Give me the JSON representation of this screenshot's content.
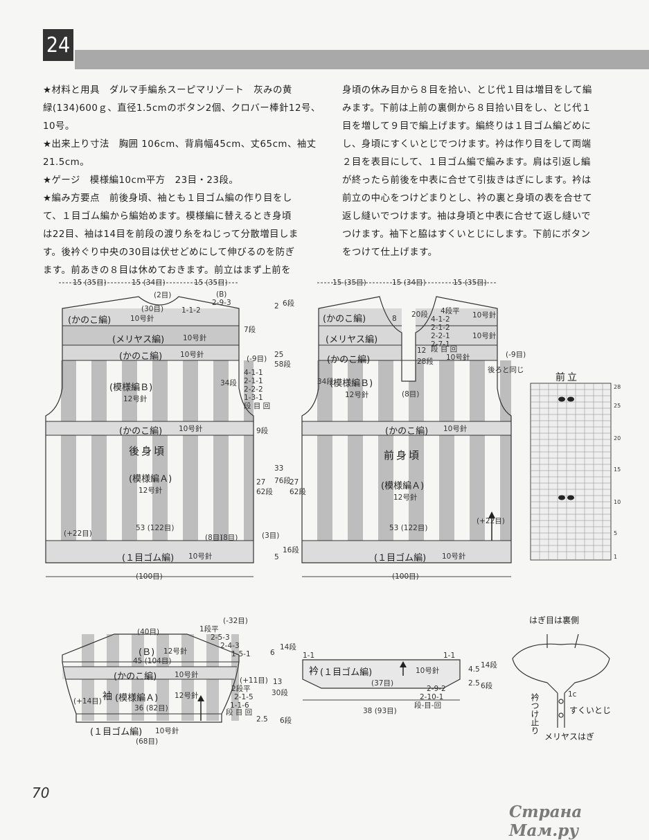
{
  "pattern_number": "24",
  "instructions": {
    "left": [
      "★材料と用具　ダルマ手編糸スーピマリゾート　灰みの黄",
      "緑(134)600ｇ、直径1.5cmのボタン2個、クロバー棒針12号、",
      "10号。",
      "★出来上り寸法　胸囲 106cm、背肩幅45cm、丈65cm、袖丈",
      "21.5cm。",
      "★ゲージ　模様編10cm平方　23目・23段。",
      "★編み方要点　前後身頃、袖とも１目ゴム編の作り目をし",
      "て、１目ゴム編から編始めます。模様編に替えるとき身頃",
      "は22目、袖は14目を前段の渡り糸をねじって分散増目しま",
      "す。後衿ぐり中央の30目は伏せどめにして伸びるのを防ぎ",
      "ます。前あきの８目は休めておきます。前立はまず上前を"
    ],
    "right": [
      "身頃の休み目から８目を拾い、とじ代１目は増目をして編",
      "みます。下前は上前の裏側から８目拾い目をし、とじ代１",
      "目を増して９目で編上げます。編終りは１目ゴム編どめに",
      "し、身頃にすくいとじでつけます。衿は作り目をして両端",
      "２目を表目にして、１目ゴム編で編みます。肩は引返し編",
      "が終ったら前後を中表に合せて引抜きはぎにします。衿は",
      "前立の中心をつけどまりとし、衿の裏と身頃の表を合せて",
      "返し縫いでつけます。袖は身頃と中表に合せて返し縫いで",
      "つけます。袖下と脇はすくいとじにします。下前にボタン",
      "をつけて仕上げます。"
    ]
  },
  "back": {
    "widths": [
      "15 (35目)",
      "15 (34目)",
      "15 (35目)"
    ],
    "title": "後身頃",
    "bands": [
      "(かのこ編)",
      "(メリヤス編)",
      "(かのこ編)",
      "(模様編Ｂ)",
      "(かのこ編)",
      "(模様編Ａ)",
      "(１目ゴム編)"
    ],
    "needles": [
      "10号針",
      "10号針",
      "10号針",
      "12号針",
      "10号針",
      "12号針",
      "10号針"
    ],
    "labels": [
      "(30目)",
      "(2目)",
      "(B)",
      "2-9-3",
      "1-1-2",
      "53 (122目)",
      "(+22目)",
      "(8目)",
      "(8目)",
      "(3目)",
      "(100目)",
      "34段",
      "(-9目)",
      "4-1-1",
      "2-1-1",
      "2-2-2",
      "1-3-1",
      "段 目 回",
      "6段",
      "2",
      "25",
      "58段",
      "7段",
      "9段",
      "27",
      "62段",
      "33",
      "76段",
      "5",
      "16段"
    ]
  },
  "front": {
    "widths": [
      "15 (35目)",
      "15 (34目)",
      "15 (35目)"
    ],
    "title": "前身頃",
    "bands": [
      "(かのこ編)",
      "(メリヤス編)",
      "(かのこ編)",
      "(模様編Ｂ)",
      "(かのこ編)",
      "(模様編Ａ)",
      "(１目ゴム編)"
    ],
    "needles": [
      "10号針",
      "10号針",
      "10号針",
      "12号針",
      "10号針",
      "12号針",
      "10号針"
    ],
    "labels": [
      "8",
      "20段",
      "12",
      "28段",
      "(8目)",
      "4段平",
      "4-1-2",
      "2-1-2",
      "2-2-1",
      "2-7-1",
      "段 目 回",
      "後ろと同じ",
      "(-9目)",
      "34段",
      "53 (122目)",
      "(+22目)",
      "(100目)",
      "27",
      "62段"
    ]
  },
  "placket": {
    "title": "前立",
    "row_numbers": [
      "28",
      "25",
      "20",
      "15",
      "10",
      "5",
      "1"
    ]
  },
  "sleeve": {
    "title": "袖",
    "pattern": "(模様編Ａ)",
    "labels": [
      "(40目)",
      "(-32目)",
      "1段平",
      "2-5-3",
      "2-4-3",
      "1-5-1",
      "(Ｂ)",
      "12号針",
      "45 (104目)",
      "(かのこ編)",
      "10号針",
      "(+11目)",
      "2段平",
      "2-1-5",
      "1-1-6",
      "段 目 回",
      "(+14目)",
      "12号針",
      "36 (82目)",
      "(１目ゴム編)",
      "10号針",
      "(68目)",
      "6",
      "14段",
      "13",
      "30段",
      "2.5",
      "6段"
    ]
  },
  "collar": {
    "title": "衿",
    "pattern": "(１目ゴム編)",
    "needle": "10号針",
    "labels": [
      "(37目)",
      "2-9-2",
      "2-10-1",
      "段-目-回",
      "38 (93目)",
      "4.5",
      "14段",
      "2.5",
      "6段",
      "1-1",
      "1-1"
    ]
  },
  "finishing": {
    "labels": [
      "はぎ目は裏側",
      "衿つけ止り",
      "1c",
      "すくいとじ",
      "メリヤスはぎ"
    ]
  },
  "page_number": "70",
  "watermark": "Страна Мам.ру"
}
